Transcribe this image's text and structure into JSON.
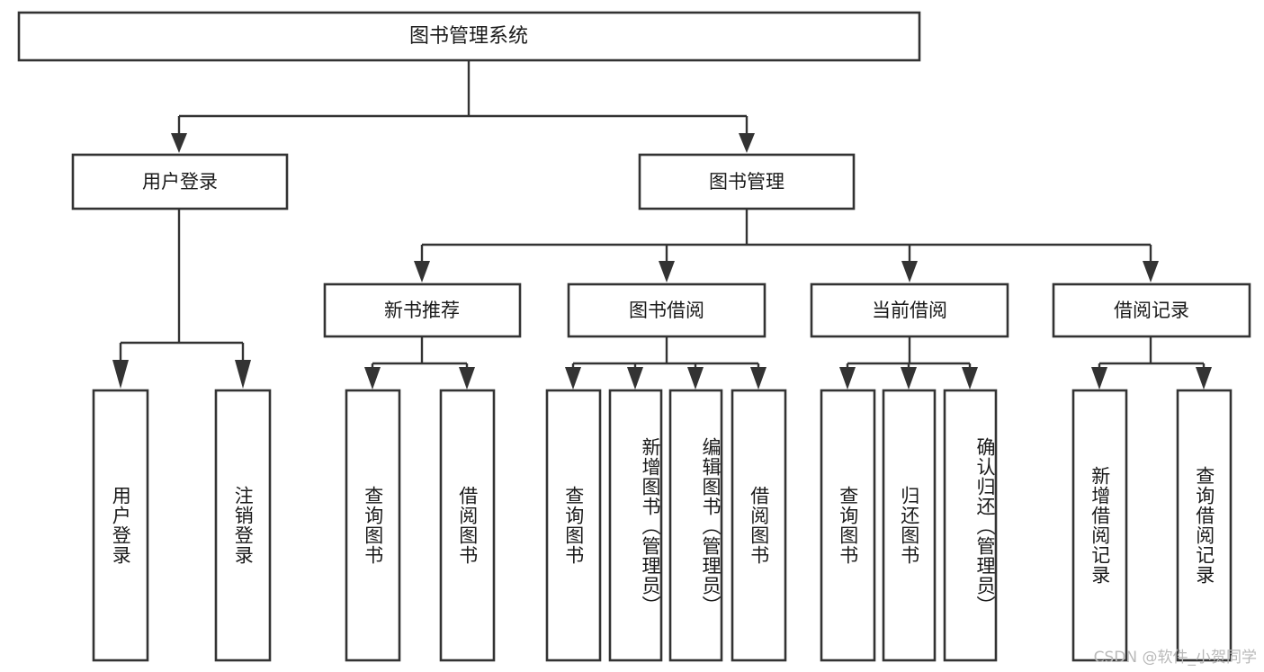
{
  "diagram": {
    "title": "图书管理系统",
    "type": "function-structure-tree",
    "root": {
      "label": "图书管理系统",
      "children": [
        {
          "label": "用户登录",
          "children": [
            {
              "label": "用户登录"
            },
            {
              "label": "注销登录"
            }
          ]
        },
        {
          "label": "图书管理",
          "children": [
            {
              "label": "新书推荐",
              "children": [
                {
                  "label": "查询图书"
                },
                {
                  "label": "借阅图书"
                }
              ]
            },
            {
              "label": "图书借阅",
              "children": [
                {
                  "label": "查询图书"
                },
                {
                  "label": "新增图书（管理员）"
                },
                {
                  "label": "编辑图书（管理员）"
                },
                {
                  "label": "借阅图书"
                }
              ]
            },
            {
              "label": "当前借阅",
              "children": [
                {
                  "label": "查询图书"
                },
                {
                  "label": "归还图书"
                },
                {
                  "label": "确认归还（管理员）"
                }
              ]
            },
            {
              "label": "借阅记录",
              "children": [
                {
                  "label": "新增借阅记录"
                },
                {
                  "label": "查询借阅记录"
                }
              ]
            }
          ]
        }
      ]
    },
    "nodes": {
      "root": "图书管理系统",
      "user_login": "用户登录",
      "book_manage": "图书管理",
      "new_book_rec": "新书推荐",
      "book_borrow": "图书借阅",
      "current_borrow": "当前借阅",
      "borrow_record": "借阅记录",
      "leaf_user_login": "用户登录",
      "leaf_logout": "注销登录",
      "leaf_rec_query": "查询图书",
      "leaf_rec_borrow": "借阅图书",
      "leaf_bb_query": "查询图书",
      "leaf_bb_add": "新增图书（管理员）",
      "leaf_bb_edit": "编辑图书（管理员）",
      "leaf_bb_borrow": "借阅图书",
      "leaf_cb_query": "查询图书",
      "leaf_cb_return": "归还图书",
      "leaf_cb_confirm": "确认归还（管理员）",
      "leaf_br_add": "新增借阅记录",
      "leaf_br_query": "查询借阅记录"
    },
    "colors": {
      "box_stroke": "#333333",
      "box_fill": "#ffffff",
      "text": "#1a1a1a",
      "connector": "#333333",
      "background": "#ffffff",
      "watermark": "#b9b9b9"
    }
  },
  "watermark": {
    "text": "CSDN @软件_小贺同学"
  }
}
